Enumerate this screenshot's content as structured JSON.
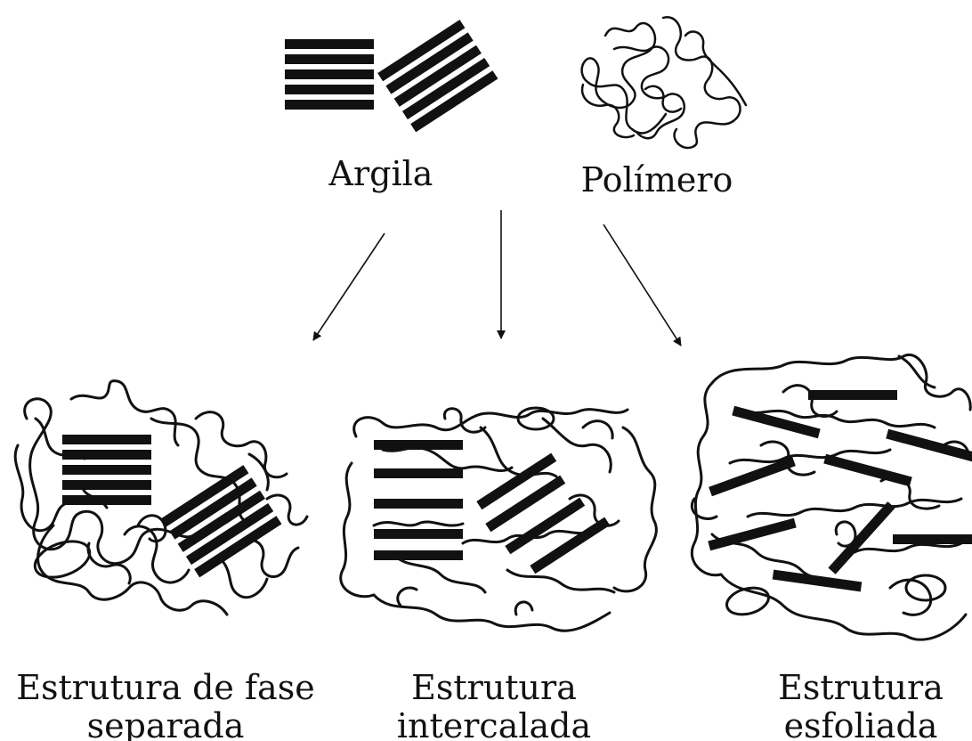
{
  "labels": {
    "clay": "Argila",
    "polymer": "Polímero",
    "phase_separated": [
      "Estrutura de fase",
      "separada"
    ],
    "intercalated": [
      "Estrutura",
      "intercalada"
    ],
    "exfoliated": [
      "Estrutura",
      "esfoliada"
    ]
  }
}
